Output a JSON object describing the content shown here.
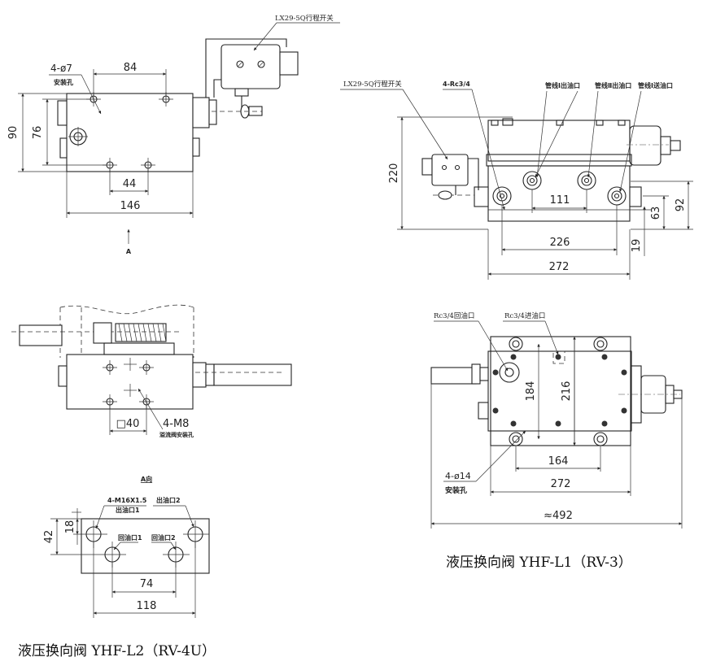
{
  "figures": [
    {
      "id": "YHF-L2",
      "title": "液压换向阀 YHF-L2（RV-4U）",
      "front_view": {
        "switch_label": "LX29-5Q行程开关",
        "hole_callout": "4-ø7",
        "hole_note": "安装孔",
        "dims": {
          "top_spacing": "84",
          "height_outer": "90",
          "height_inner": "76",
          "bottom_spacing": "44",
          "width": "146"
        },
        "view_marker": "A"
      },
      "side_view": {
        "square_dim": "□40",
        "thread_callout": "4-M8",
        "thread_note": "溢流阀安装孔"
      },
      "a_view": {
        "title": "A向",
        "thread_callout": "4-M16X1.5",
        "outlet1": "出油口1",
        "outlet2": "出油口2",
        "return1": "回油口1",
        "return2": "回油口2",
        "dims": {
          "offset_small": "18",
          "offset_total": "42",
          "inner_spacing": "74",
          "outer_spacing": "118"
        }
      }
    },
    {
      "id": "YHF-L1",
      "title": "液压换向阀 YHF-L1（RV-3）",
      "front_view": {
        "switch_label": "LX29-5Q行程开关",
        "port_callout": "4-Rc3/4",
        "port_labels": [
          "管线Ⅰ出油口",
          "管线Ⅱ出油口",
          "管线Ⅰ送油口"
        ],
        "dims": {
          "height": "220",
          "port_spacing": "111",
          "outer_port_spacing": "226",
          "width": "272",
          "h92": "92",
          "h63": "63",
          "h19": "19"
        }
      },
      "top_view": {
        "return_port": "Rc3/4回油口",
        "inlet_port": "Rc3/4进油口",
        "hole_callout": "4-ø14",
        "hole_note": "安装孔",
        "dims": {
          "inner_height": "184",
          "outer_height": "216",
          "hole_spacing": "164",
          "width": "272",
          "overall": "≈492"
        }
      }
    }
  ]
}
